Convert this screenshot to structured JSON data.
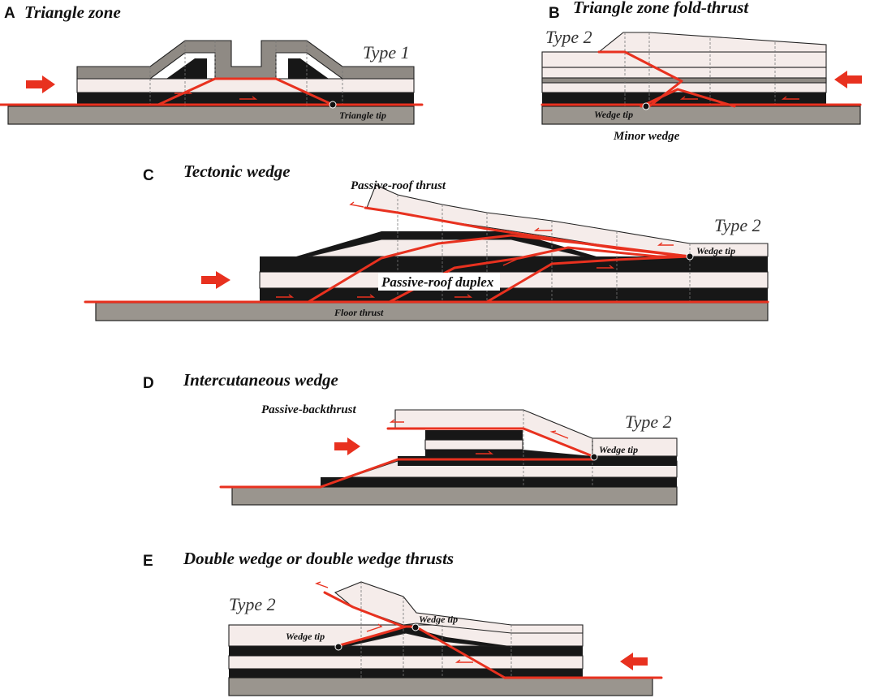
{
  "colors": {
    "fault": "#e8311f",
    "basement": "#9a958e",
    "light_layer": "#f5ecea",
    "dark_layer": "#171717",
    "grey_layer": "#8f8a84"
  },
  "panels": {
    "A": {
      "letter": "A",
      "title": "Triangle zone",
      "type_label": "Type 1",
      "labels": {
        "tip": "Triangle tip"
      }
    },
    "B": {
      "letter": "B",
      "title": "Triangle zone fold-thrust",
      "type_label": "Type 2",
      "labels": {
        "tip": "Wedge tip",
        "minor": "Minor wedge"
      }
    },
    "C": {
      "letter": "C",
      "title": "Tectonic wedge",
      "type_label": "Type 2",
      "labels": {
        "roof": "Passive-roof thrust",
        "tip": "Wedge tip",
        "duplex": "Passive-roof duplex",
        "floor": "Floor thrust"
      }
    },
    "D": {
      "letter": "D",
      "title": "Intercutaneous wedge",
      "type_label": "Type 2",
      "labels": {
        "back": "Passive-backthrust",
        "tip": "Wedge tip"
      }
    },
    "E": {
      "letter": "E",
      "title": "Double wedge or double wedge thrusts",
      "type_label": "Type 2",
      "labels": {
        "tip1": "Wedge tip",
        "tip2": "Wedge tip"
      }
    }
  }
}
